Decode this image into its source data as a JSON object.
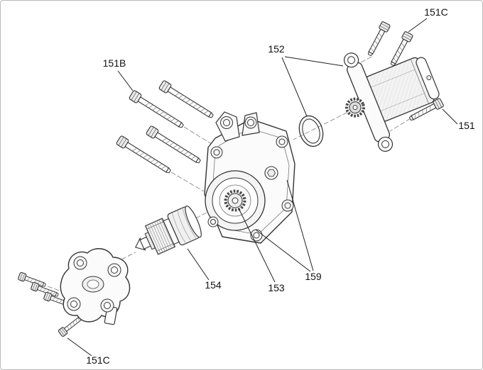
{
  "page": {
    "background_color": "#ffffff",
    "border_color": "#b9b9b9",
    "line_color": "#333333",
    "label_color": "#111111"
  },
  "diagram": {
    "type": "exploded-parts-diagram",
    "labels": [
      {
        "id": "151C-top-right",
        "text": "151C"
      },
      {
        "id": "152",
        "text": "152"
      },
      {
        "id": "151B",
        "text": "151B"
      },
      {
        "id": "151",
        "text": "151"
      },
      {
        "id": "154",
        "text": "154"
      },
      {
        "id": "153",
        "text": "153"
      },
      {
        "id": "159",
        "text": "159"
      },
      {
        "id": "151C-bottom-left",
        "text": "151C"
      }
    ]
  }
}
